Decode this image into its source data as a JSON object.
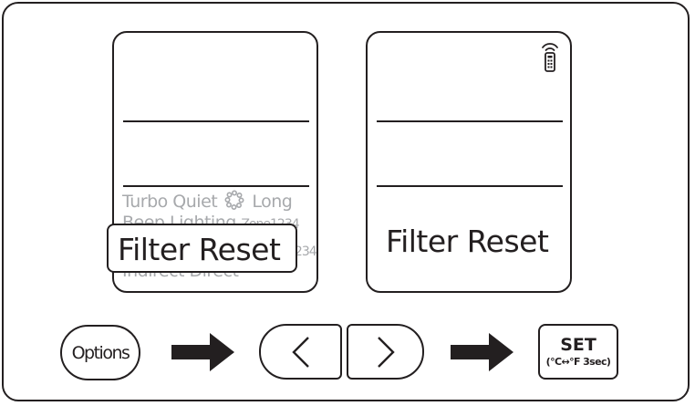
{
  "left_panel": {
    "lines": [
      "Turbo Quiet",
      "Long",
      "Beep Lighting",
      "Zone1234",
      "1234",
      "Indirect Direct"
    ],
    "popup_label": "Filter Reset"
  },
  "right_panel": {
    "label": "Filter Reset",
    "indicator_icon": "remote-signal-icon"
  },
  "controls": {
    "options_label": "Options",
    "prev_icon": "chevron-left-icon",
    "next_icon": "chevron-right-icon",
    "set_label": "SET",
    "set_sub_label": "(°C↔°F 3sec)"
  },
  "colors": {
    "ink": "#231f20",
    "dimmed": "#a7a9ac"
  }
}
